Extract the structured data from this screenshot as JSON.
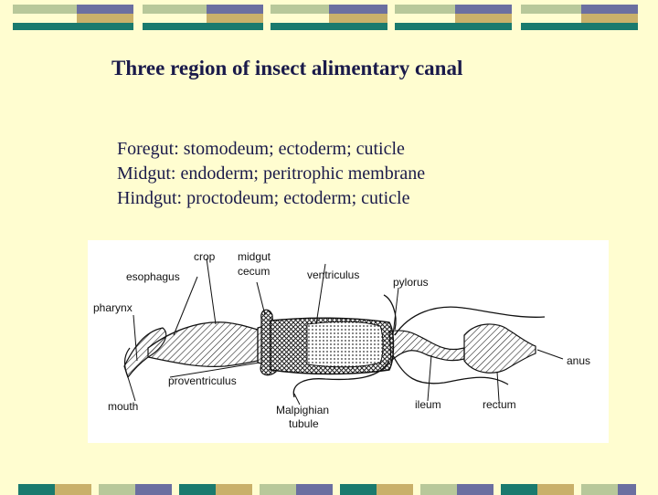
{
  "slide": {
    "title": "Three region of insect alimentary canal",
    "lines": [
      "Foregut: stomodeum; ectoderm; cuticle",
      "Midgut: endoderm; peritrophic membrane",
      "Hindgut: proctodeum; ectoderm; cuticle"
    ]
  },
  "diagram": {
    "labels": {
      "crop": "crop",
      "midgut": "midgut",
      "cecum": "cecum",
      "esophagus": "esophagus",
      "ventriculus": "ventriculus",
      "pylorus": "pylorus",
      "pharynx": "pharynx",
      "anus": "anus",
      "proventriculus": "proventriculus",
      "mouth": "mouth",
      "malpighian": "Malpighian",
      "tubule": "tubule",
      "ileum": "ileum",
      "rectum": "rectum"
    }
  },
  "colors": {
    "background": "#fffdd0",
    "bar_teal": "#1a7a6e",
    "bar_sage": "#b8c89a",
    "bar_slate": "#6b6fa0",
    "bar_tan": "#c9b06a",
    "text": "#1a1a4a"
  }
}
